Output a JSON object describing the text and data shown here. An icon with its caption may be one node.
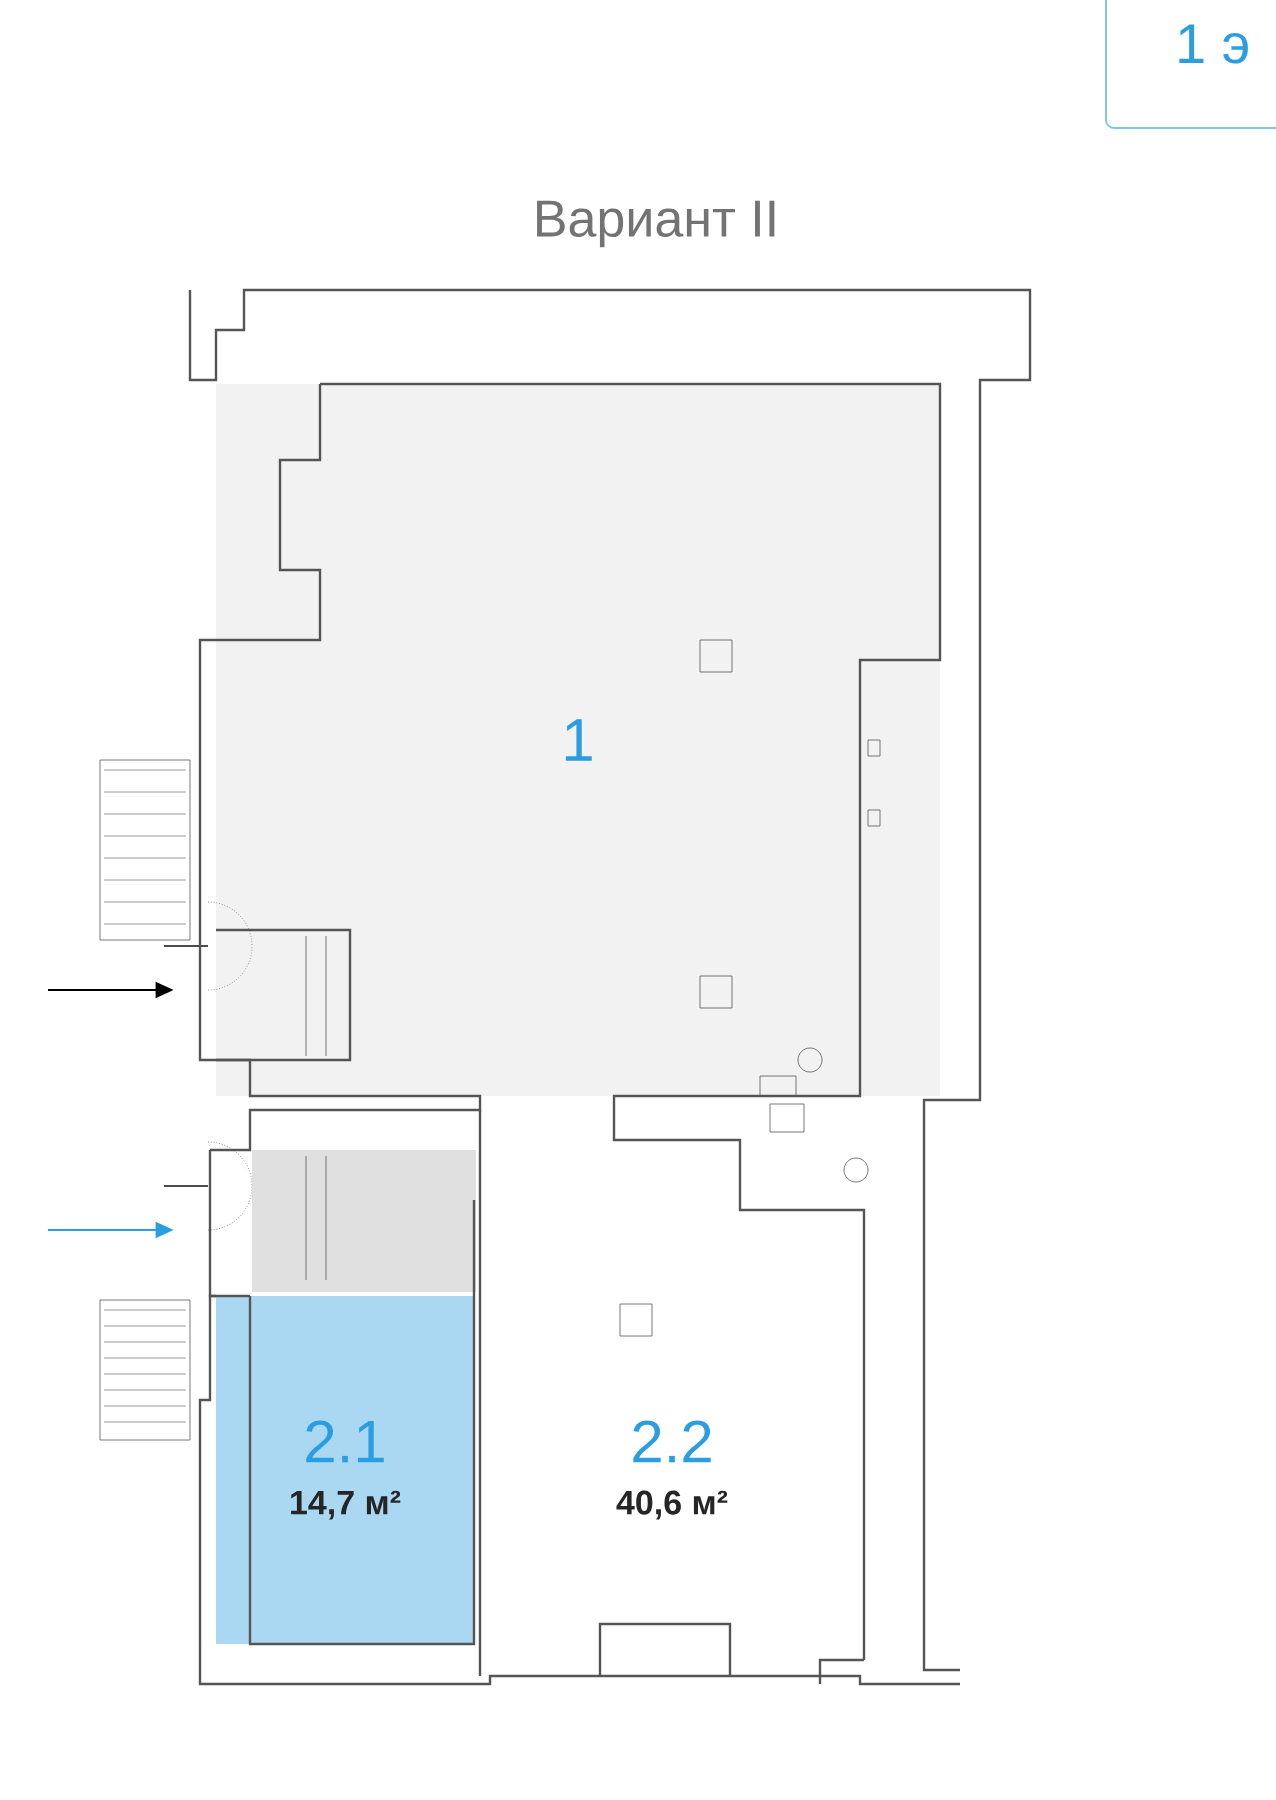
{
  "diagram": {
    "title": "Вариант II",
    "nodes": [
      {
        "text": [
          "1"
        ]
      },
      {
        "text": [
          "2.1",
          "14,7 м²"
        ]
      },
      {
        "text": [
          "2.2",
          "40,6 м²"
        ]
      },
      {
        "text": [],
        "shape": "door"
      },
      {
        "text": [],
        "shape": "door"
      }
    ],
    "edges": [
      {
        "from": null,
        "to": 3,
        "arrow": "to"
      },
      {
        "from": null,
        "to": 4,
        "arrow": "to",
        "color": "#2a9ee0"
      }
    ],
    "labels": [
      "1 э"
    ]
  }
}
